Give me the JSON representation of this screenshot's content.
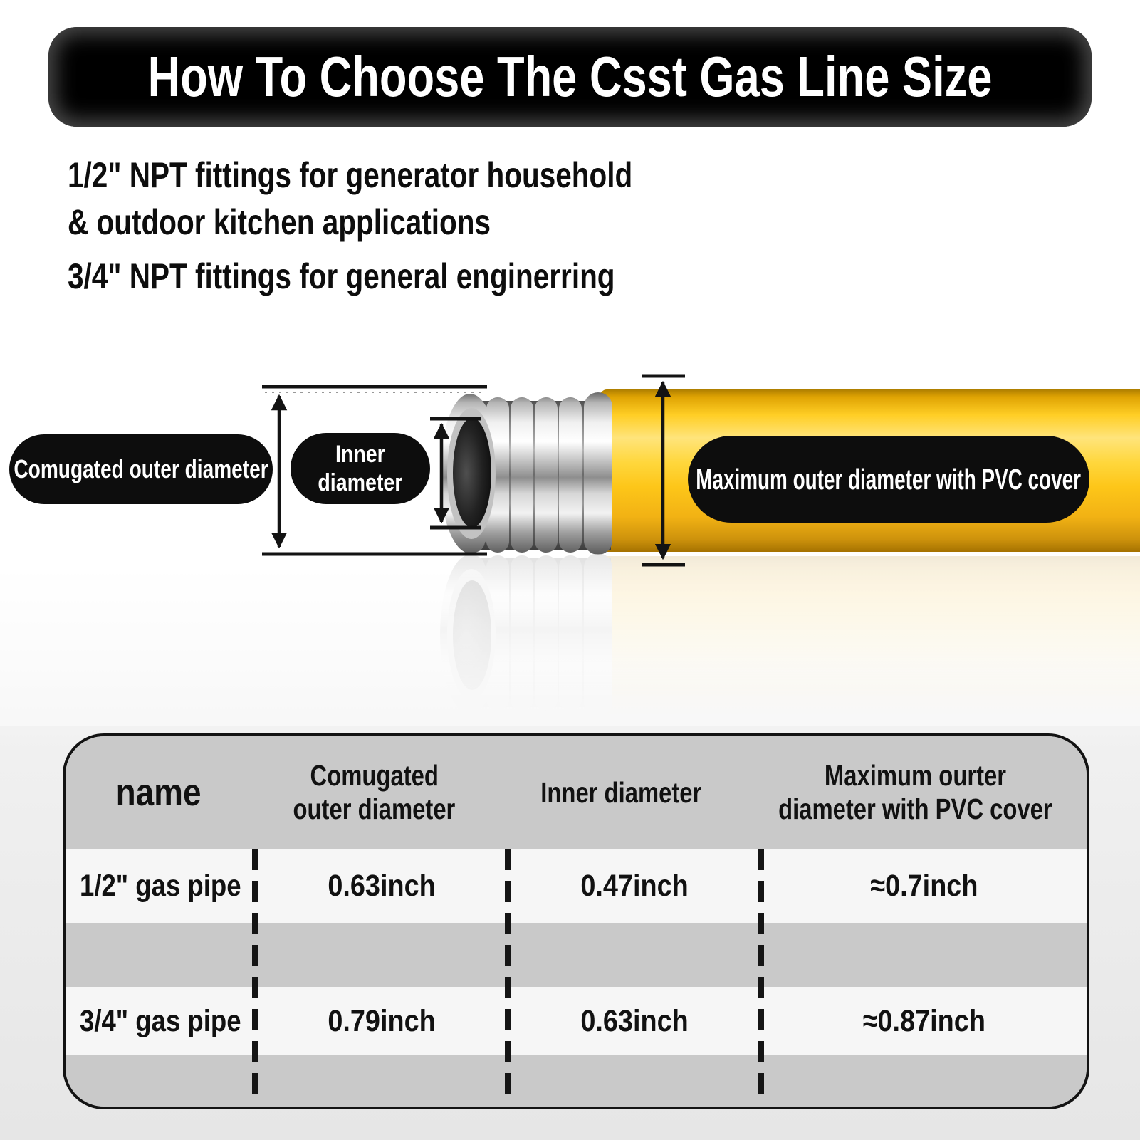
{
  "banner": {
    "title": "How To Choose The Csst Gas Line Size"
  },
  "intro": {
    "line1": "1/2\" NPT fittings for generator household",
    "line2": "& outdoor kitchen applications",
    "line3": "3/4\" NPT fittings for general enginerring"
  },
  "diagram": {
    "label_corrugated": "Comugated outer diameter",
    "label_inner_line1": "Inner",
    "label_inner_line2": "diameter",
    "label_max_prefix": "Maximum outer diameter with ",
    "label_max_bold": "PVC",
    "label_max_suffix": " cover",
    "colors": {
      "pvc_yellow": "#fdc619",
      "steel_silver": "#d9d9d9",
      "pill_black": "#0d0d0d",
      "arrow_black": "#131313"
    }
  },
  "table": {
    "header": {
      "col1": "name",
      "col2_line1": "Comugated",
      "col2_line2": "outer diameter",
      "col3": "Inner diameter",
      "col4_line1": "Maximum ourter",
      "col4_line2": "diameter with PVC cover"
    },
    "rows": [
      {
        "name": "1/2\" gas pipe",
        "corrugated_od": "0.63inch",
        "inner_d": "0.47inch",
        "max_od": "≈0.7inch"
      },
      {
        "name": "3/4\" gas pipe",
        "corrugated_od": "0.79inch",
        "inner_d": "0.63inch",
        "max_od": "≈0.87inch"
      }
    ]
  }
}
